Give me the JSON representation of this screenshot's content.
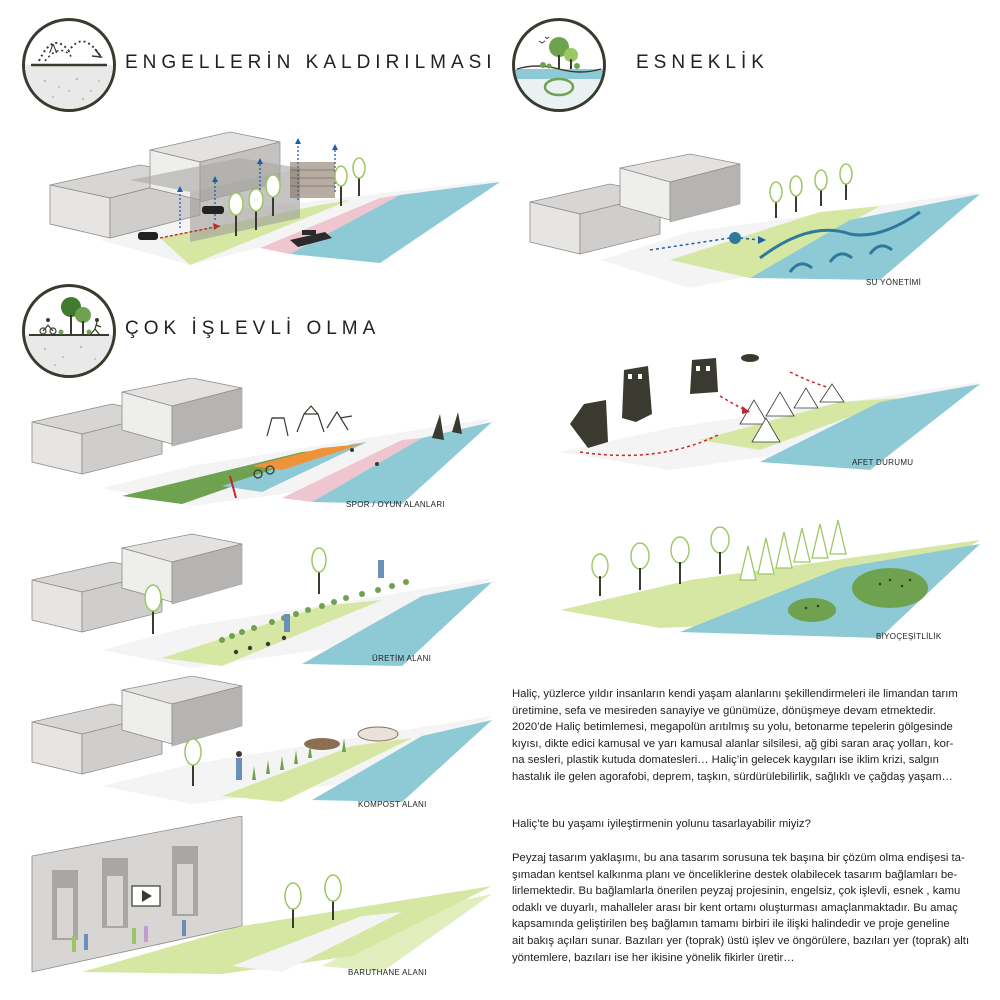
{
  "sections": {
    "barriers": {
      "title": "ENGELLERİN KALDIRILMASI"
    },
    "flexibility": {
      "title": "ESNEKLİK"
    },
    "multifunction": {
      "title": "ÇOK İŞLEVLİ OLMA"
    }
  },
  "captions": {
    "water": "SU YÖNETİMİ",
    "sport": "SPOR / OYUN ALANLARI",
    "disaster": "AFET DURUMU",
    "production": "ÜRETİM ALANI",
    "biodiversity": "BİYOÇEŞİTLİLİK",
    "compost": "KOMPOST ALANI",
    "baruthane": "BARUTHANE ALANI"
  },
  "text": {
    "para1_line1": "Haliç, yüzlerce yıldır insanların kendi yaşam alanlarını şekillendirmeleri ile limandan tarım",
    "para1_line2": "üretimine, sefa ve mesireden sanayiye ve günümüze, dönüşmeye devam etmektedir.",
    "para1_line3": "2020’de Haliç betimlemesi, megapolün  arıtılmış su yolu, betonarme tepelerin gölgesinde",
    "para1_line4": "kıyısı, dikte edici kamusal ve yarı kamusal alanlar silsilesi, ağ gibi saran araç yolları, kor-",
    "para1_line5": "na sesleri, plastik kutuda domatesleri…   Haliç’in gelecek kaygıları ise iklim krizi, salgın",
    "para1_line6": "hastalık ile gelen agorafobi, deprem, taşkın, sürdürülebilirlik, sağlıklı ve çağdaş yaşam…",
    "question": "Haliç’te bu yaşamı iyileştirmenin yolunu tasarlayabilir miyiz?",
    "para2_line1": "Peyzaj tasarım yaklaşımı, bu ana tasarım sorusuna tek başına bir çözüm olma endişesi ta-",
    "para2_line2": "şımadan kentsel kalkınma planı ve önceliklerine destek olabilecek tasarım bağlamları be-",
    "para2_line3": "lirlemektedir. Bu bağlamlarla önerilen peyzaj projesinin, engelsiz, çok işlevli, esnek , kamu",
    "para2_line4": "odaklı ve duyarlı, mahalleler arası bir kent ortamı oluşturması amaçlanmaktadır. Bu amaç",
    "para2_line5": "kapsamında geliştirilen beş bağlamın tamamı birbiri ile ilişki halindedir ve proje geneline",
    "para2_line6": "ait bakış açıları sunar. Bazıları yer (toprak) üstü işlev ve öngörülere, bazıları yer (toprak) altı",
    "para2_line7": "yöntemlere, bazıları ise her ikisine yönelik fikirler üretir…"
  },
  "colors": {
    "icon_border": "#3b3a30",
    "water": "#8ec9d6",
    "water_dark": "#2f7a9a",
    "path_pink": "#efc6cf",
    "grass": "#d5e7a3",
    "field_green": "#6fa24f",
    "building_fill": "#d7d6d4",
    "building_dark": "#8f8d8a",
    "tree_green": "#9cc764",
    "red_arrow": "#c1272d",
    "blue_arrow": "#1f5fa8",
    "orange_play": "#f0923a"
  }
}
